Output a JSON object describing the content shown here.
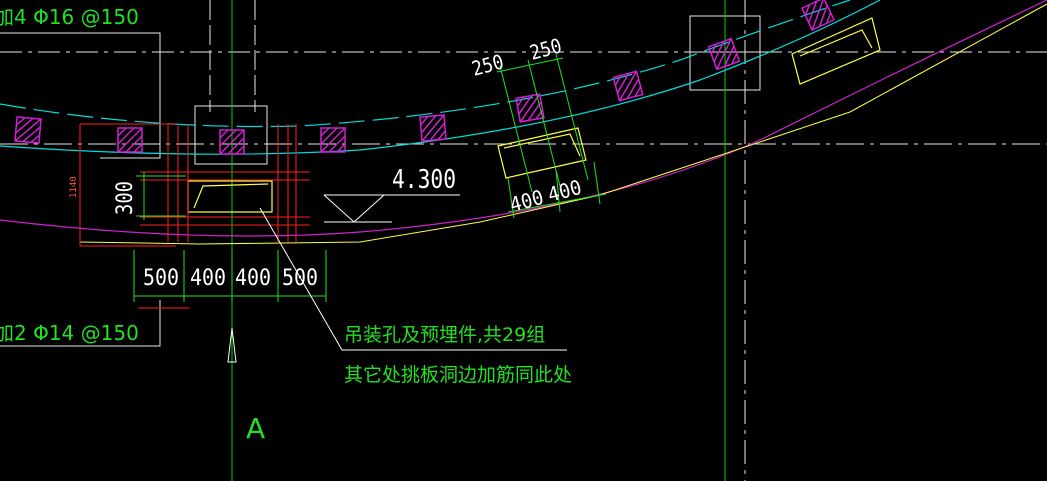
{
  "rebar_labels": {
    "top": "加4 Φ16 @150",
    "bottom": "加2 Φ14 @150"
  },
  "elevation": "4.300",
  "dims_main": [
    "500",
    "400",
    "400",
    "500"
  ],
  "dim_vertical": "300",
  "dim_red": "1140",
  "dims_right_top": [
    "250",
    "250"
  ],
  "dims_right_bottom": [
    "400",
    "400"
  ],
  "note": {
    "line1": "吊装孔及预埋件,共29组",
    "line2": "其它处挑板洞边加筋同此处"
  },
  "axis_label": "A",
  "colors": {
    "background": "#000000",
    "grid": "#ffffff",
    "axis": "#00d000",
    "cyan": "#00dddd",
    "magenta": "#d020d0",
    "red": "#ff2020",
    "yellow": "#ffff40",
    "green": "#22e022"
  }
}
